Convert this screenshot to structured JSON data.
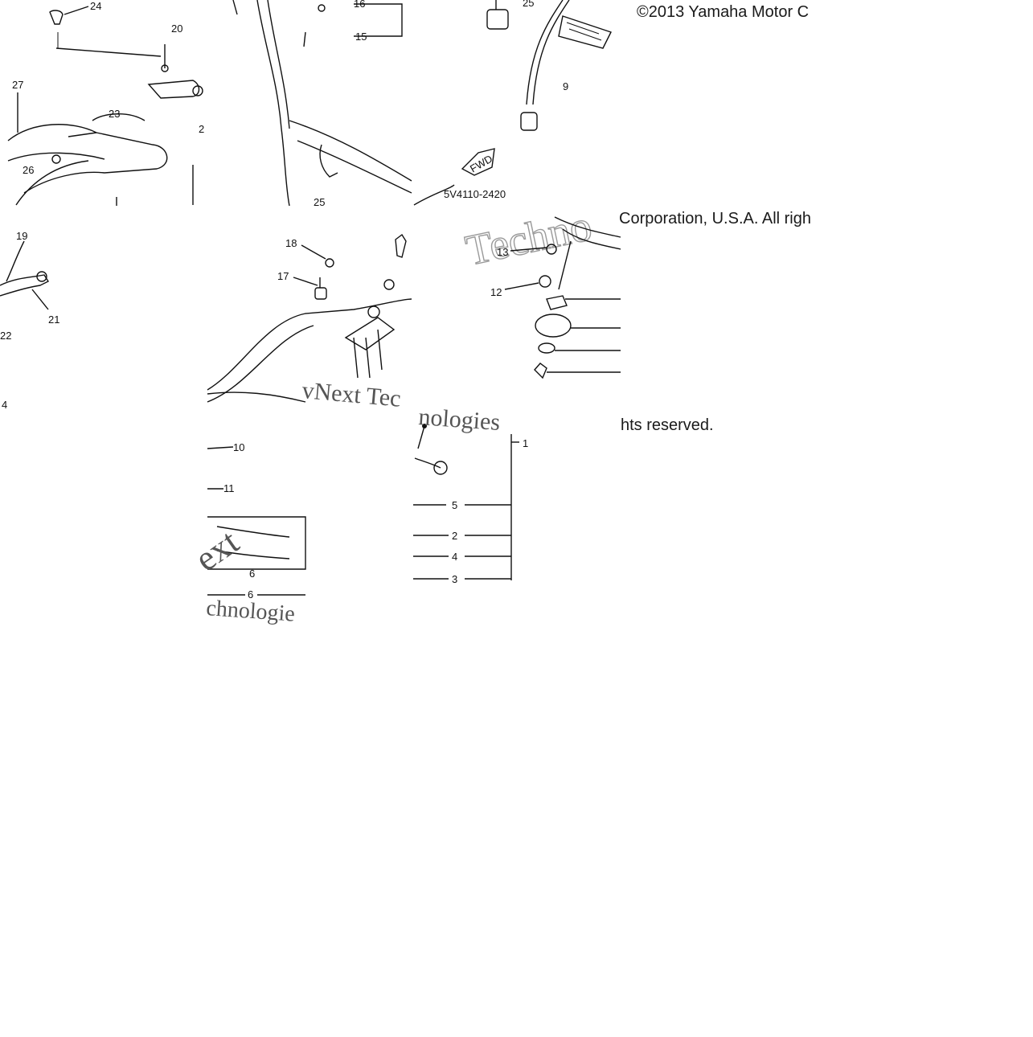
{
  "copyright": {
    "line1": "©2013 Yamaha Motor C",
    "line2": "Corporation, U.S.A. All righ",
    "line3": "hts reserved."
  },
  "diagram_code": "5V4110-2420",
  "fwd_label": "FWD",
  "watermarks": {
    "w1": "Techno",
    "w2": "vNext Tec",
    "w3": "nologies",
    "w4": "ext",
    "w5": "chnologie"
  },
  "callouts": [
    "1",
    "2",
    "3",
    "4",
    "5",
    "6",
    "6",
    "9",
    "10",
    "11",
    "12",
    "13",
    "15",
    "16",
    "17",
    "18",
    "19",
    "20",
    "21",
    "22",
    "23",
    "24",
    "25",
    "25",
    "26",
    "27",
    "2",
    "4"
  ]
}
